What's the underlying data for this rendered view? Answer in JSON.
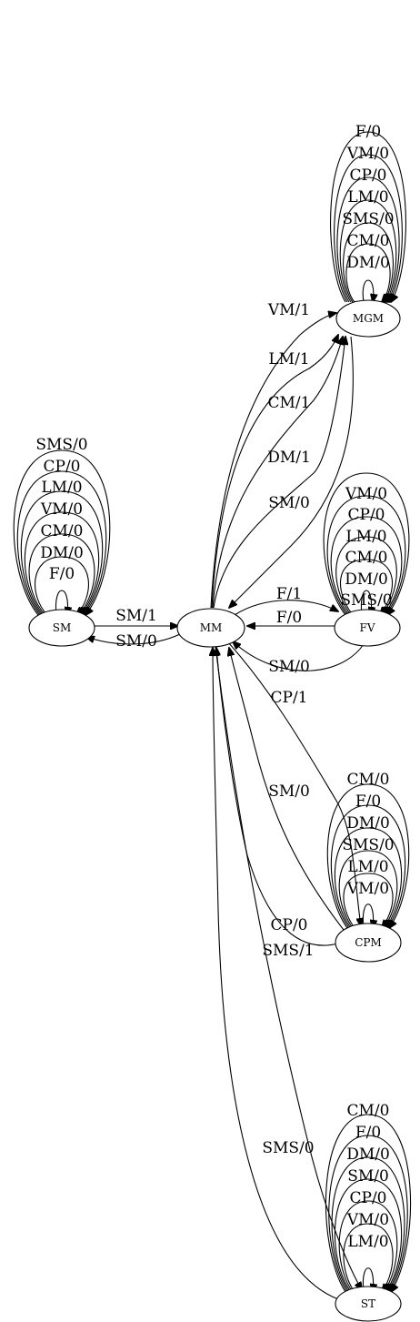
{
  "nodes": {
    "SM": "SM",
    "MM": "MM",
    "MGM": "MGM",
    "FV": "FV",
    "CPM": "CPM",
    "ST": "ST"
  },
  "transitions": {
    "mm_to_mgm": [
      "VM/1",
      "LM/1",
      "CM/1",
      "DM/1"
    ],
    "mgm_to_mm": "SM/0",
    "sm_to_mm": "SM/1",
    "mm_to_sm": "SM/0",
    "mm_to_fv": "F/1",
    "fv_to_mm_top": "F/0",
    "fv_to_mm_bottom": "SM/0",
    "mm_to_cpm": "CP/1",
    "cpm_to_mm_upper": "SM/0",
    "cpm_to_mm_lower": "CP/0",
    "mm_to_st": "SMS/1",
    "st_to_mm": "SMS/0"
  },
  "self_loops": {
    "MGM": [
      "F/0",
      "VM/0",
      "CP/0",
      "LM/0",
      "SMS/0",
      "CM/0",
      "DM/0"
    ],
    "SM": [
      "SMS/0",
      "CP/0",
      "LM/0",
      "VM/0",
      "CM/0",
      "DM/0",
      "F/0"
    ],
    "FV": [
      "VM/0",
      "CP/0",
      "LM/0",
      "CM/0",
      "DM/0",
      "SMS/0"
    ],
    "CPM": [
      "CM/0",
      "F/0",
      "DM/0",
      "SMS/0",
      "LM/0",
      "VM/0"
    ],
    "ST": [
      "CM/0",
      "F/0",
      "DM/0",
      "SM/0",
      "CP/0",
      "VM/0",
      "LM/0"
    ]
  }
}
